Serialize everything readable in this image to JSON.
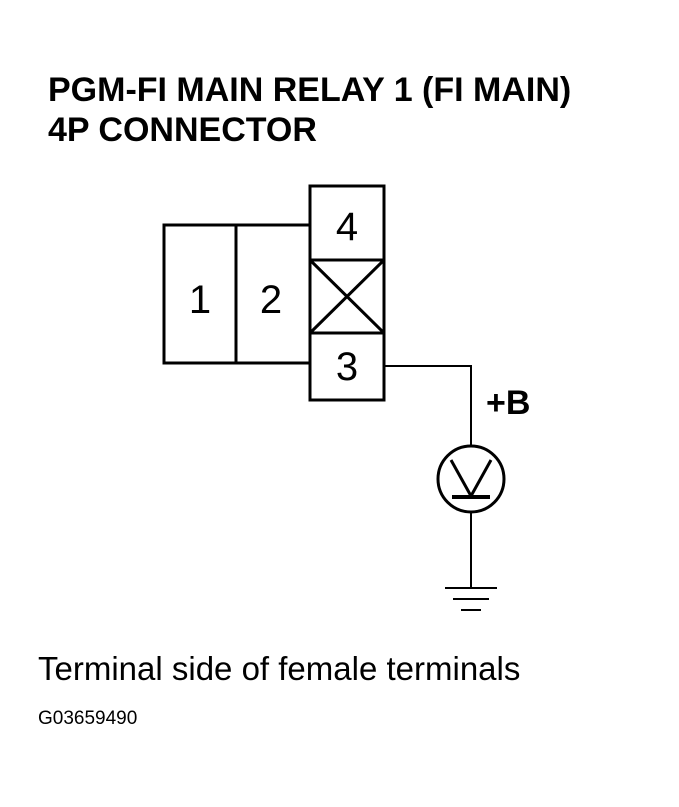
{
  "title": {
    "line1": "PGM-FI MAIN RELAY 1 (FI MAIN)",
    "line2": "4P CONNECTOR"
  },
  "connector": {
    "pins": {
      "p1": "1",
      "p2": "2",
      "p3": "3",
      "p4": "4"
    }
  },
  "supply_label": "+B",
  "caption": "Terminal side of female terminals",
  "figure_id": "G03659490"
}
